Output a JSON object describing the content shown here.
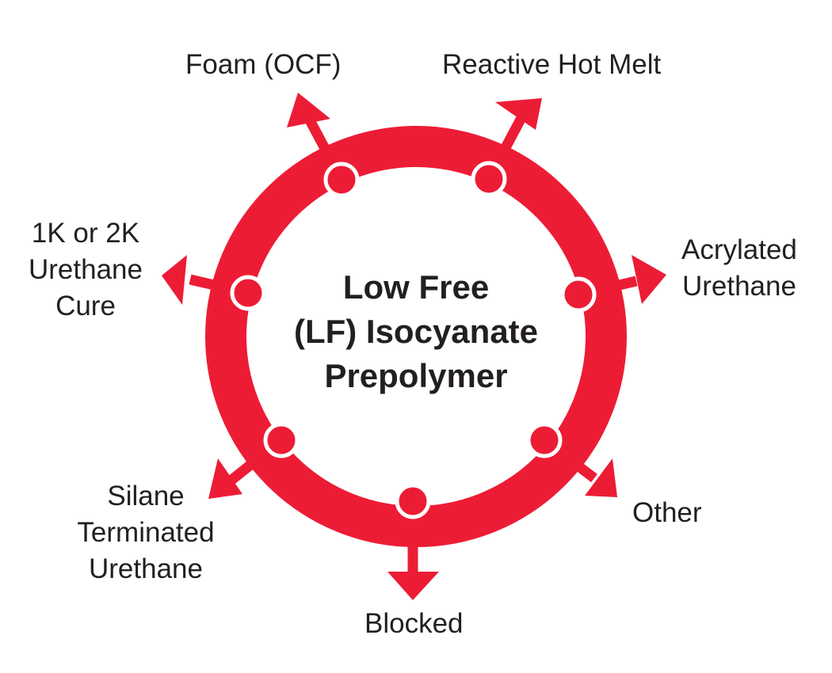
{
  "colors": {
    "ring": "#ed1c35",
    "text": "#231f20",
    "background": "#ffffff"
  },
  "center": {
    "lines": [
      "Low Free",
      "(LF) Isocyanate",
      "Prepolymer"
    ]
  },
  "outputs": [
    {
      "id": "foam",
      "lines": [
        "Foam (OCF)"
      ]
    },
    {
      "id": "reactive-hot-melt",
      "lines": [
        "Reactive Hot Melt"
      ]
    },
    {
      "id": "acrylated-urethane",
      "lines": [
        "Acrylated",
        "Urethane"
      ]
    },
    {
      "id": "other",
      "lines": [
        "Other"
      ]
    },
    {
      "id": "blocked",
      "lines": [
        "Blocked"
      ]
    },
    {
      "id": "silane-terminated-urethane",
      "lines": [
        "Silane",
        "Terminated",
        "Urethane"
      ]
    },
    {
      "id": "urethane-cure",
      "lines": [
        "1K or 2K",
        "Urethane",
        "Cure"
      ]
    }
  ]
}
